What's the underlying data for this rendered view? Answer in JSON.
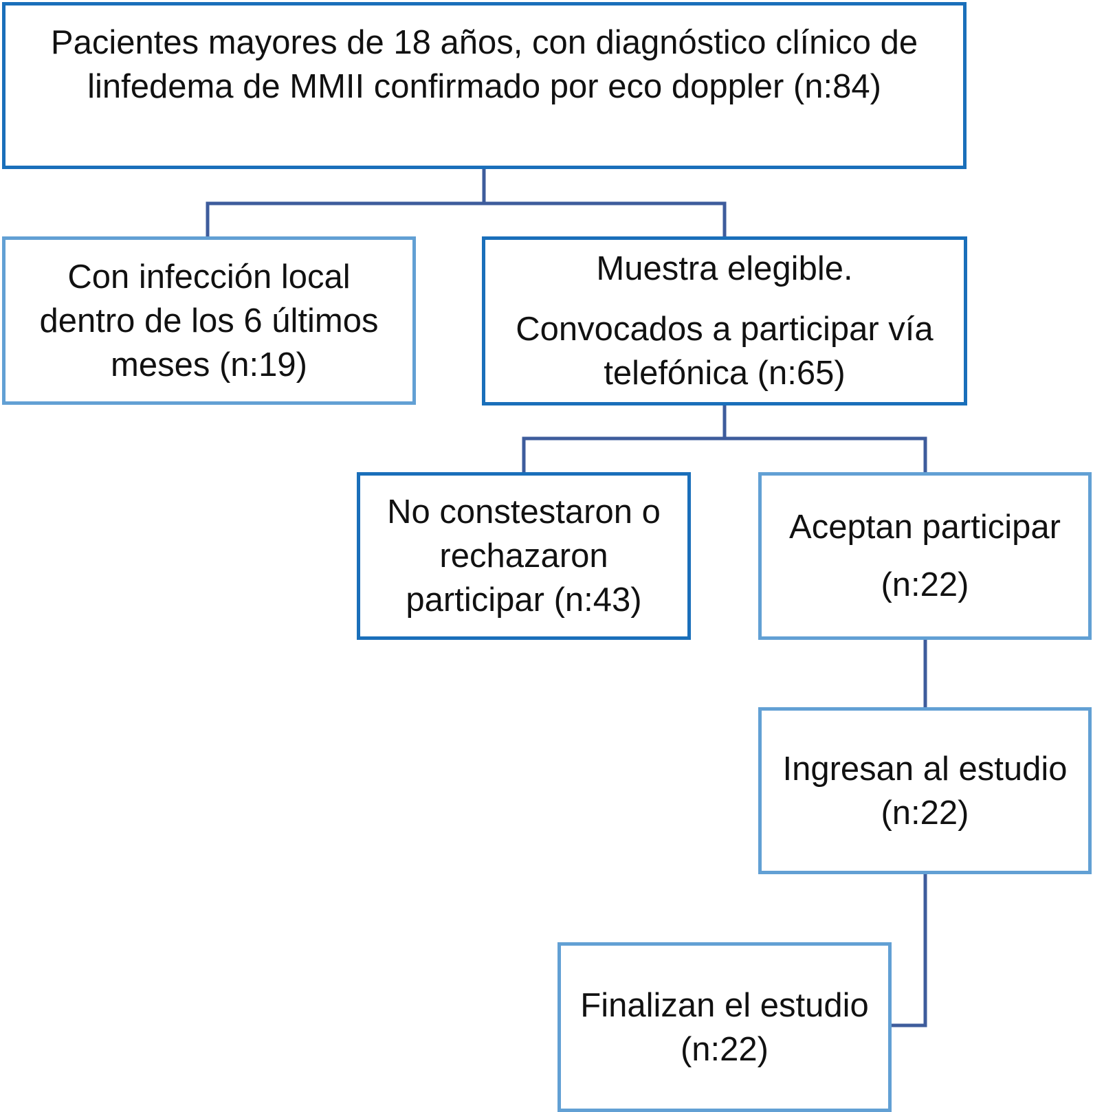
{
  "colors": {
    "box_border_dark": "#1a6fba",
    "box_border_light": "#62a0d4",
    "connector": "#3e5c9c",
    "text": "#111111"
  },
  "flowchart": {
    "population": {
      "lines": [
        "Pacientes mayores de 18 años, con diagnóstico clínico de",
        "linfedema de MMII confirmado por eco doppler (n:84)"
      ]
    },
    "excluded_infection": {
      "lines": [
        "Con infección local",
        "dentro de los 6 últimos",
        "meses (n:19)"
      ]
    },
    "eligible_sample": {
      "lines": [
        "Muestra elegible.",
        "Convocados a participar vía",
        "telefónica (n:65)"
      ]
    },
    "no_response": {
      "lines": [
        "No constestaron o",
        "rechazaron",
        "participar (n:43)"
      ]
    },
    "accept": {
      "lines": [
        "Aceptan participar",
        "(n:22)"
      ]
    },
    "enrolled": {
      "lines": [
        "Ingresan al estudio",
        "(n:22)"
      ]
    },
    "completed": {
      "lines": [
        "Finalizan el estudio",
        "(n:22)"
      ]
    }
  }
}
